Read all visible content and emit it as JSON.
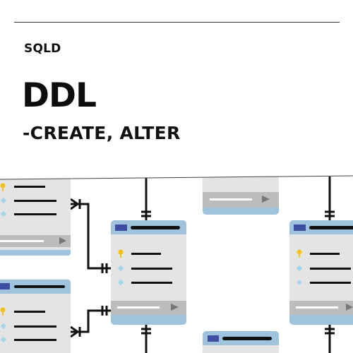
{
  "header": {
    "kicker": "SQLD",
    "title": "DDL",
    "subtitle": "-CREATE, ALTER"
  },
  "colors": {
    "card_body": "#e4e4e4",
    "card_header": "#9fc3dc",
    "card_footer_bar": "#bcbcbc",
    "title_block": "#3f4ea0",
    "key_icon": "#f2c21a",
    "diamond_icon": "#a6d6ec",
    "line": "#111111"
  },
  "icons": [
    "key-icon",
    "diamond-icon",
    "play-icon"
  ]
}
